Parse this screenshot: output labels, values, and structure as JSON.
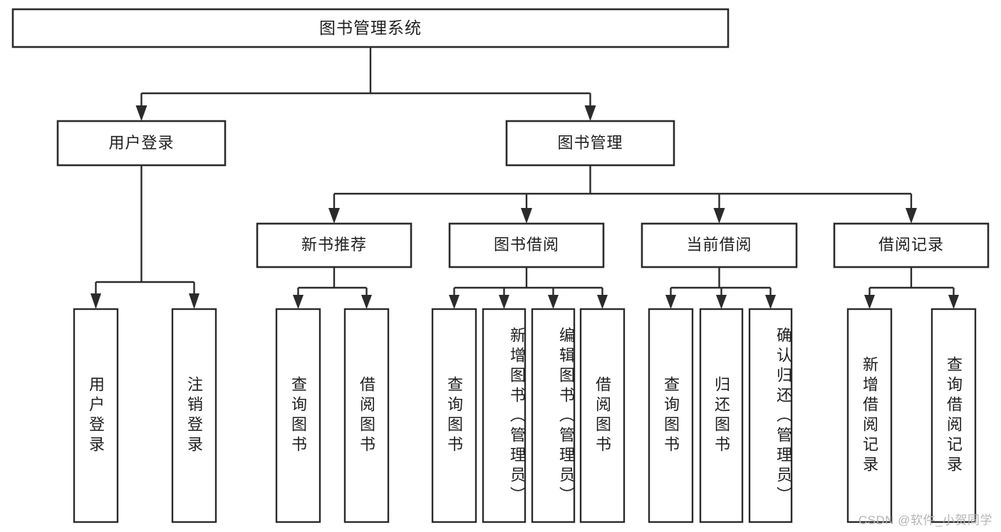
{
  "diagram": {
    "title": "图书管理系统",
    "type": "tree-hierarchy-chart",
    "orientation": "top-down",
    "colors": {
      "box_stroke": "#2b2b2b",
      "box_fill": "#ffffff",
      "connector": "#2b2b2b",
      "text": "#1f1f1f",
      "watermark": "#b4b4b4",
      "background": "#ffffff"
    }
  },
  "root": {
    "label": "图书管理系统"
  },
  "level2": [
    {
      "id": "user-login",
      "label": "用户登录"
    },
    {
      "id": "book-management",
      "label": "图书管理"
    }
  ],
  "level3": [
    {
      "id": "new-book-recommend",
      "label": "新书推荐"
    },
    {
      "id": "book-borrow",
      "label": "图书借阅"
    },
    {
      "id": "current-borrow",
      "label": "当前借阅"
    },
    {
      "id": "borrow-record",
      "label": "借阅记录"
    }
  ],
  "leaves": {
    "user_login": [
      {
        "id": "leaf-user-login",
        "label": "用户登录"
      },
      {
        "id": "leaf-logout-login",
        "label": "注销登录"
      }
    ],
    "new_book_recommend": [
      {
        "id": "leaf-query-book-1",
        "label": "查询图书"
      },
      {
        "id": "leaf-borrow-book-1",
        "label": "借阅图书"
      }
    ],
    "book_borrow": [
      {
        "id": "leaf-query-book-2",
        "label": "查询图书"
      },
      {
        "id": "leaf-add-book",
        "label": "新增图书（管理员）"
      },
      {
        "id": "leaf-edit-book",
        "label": "编辑图书（管理员）"
      },
      {
        "id": "leaf-borrow-book-2",
        "label": "借阅图书"
      }
    ],
    "current_borrow": [
      {
        "id": "leaf-query-book-3",
        "label": "查询图书"
      },
      {
        "id": "leaf-return-book",
        "label": "归还图书"
      },
      {
        "id": "leaf-confirm-return",
        "label": "确认归还（管理员）"
      }
    ],
    "borrow_record": [
      {
        "id": "leaf-add-record",
        "label": "新增借阅记录"
      },
      {
        "id": "leaf-query-record",
        "label": "查询借阅记录"
      }
    ]
  },
  "watermark": {
    "text": "CSDN @软件_小贺同学"
  }
}
